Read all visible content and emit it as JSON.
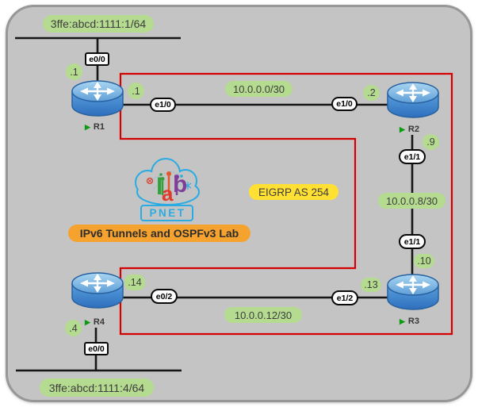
{
  "accents": {
    "canvas_bg": "#c4c4c4",
    "canvas_border": "#979797",
    "link_black": "#161616",
    "tunnel_red": "#d40000",
    "label_green": "#b5db90",
    "eigrp_yellow": "#ffe033",
    "banner_orange": "#f6a22e",
    "router_blue": "#3f80c6",
    "logo_blue": "#2aabe2",
    "status_green": "#0d9c10"
  },
  "banner": {
    "text": "IPv6 Tunnels and OSPFv3 Lab"
  },
  "eigrp": {
    "text": "EIGRP AS 254"
  },
  "logo": {
    "brand": "PNET",
    "letters": [
      "l",
      "a",
      "b"
    ]
  },
  "routers": {
    "r1": {
      "name": "R1"
    },
    "r2": {
      "name": "R2"
    },
    "r3": {
      "name": "R3"
    },
    "r4": {
      "name": "R4"
    }
  },
  "lan_top": {
    "subnet": "3ffe:abcd:1111:1/64",
    "iface": "e0/0",
    "ip": ".1"
  },
  "lan_bottom": {
    "subnet": "3ffe:abcd:1111:4/64",
    "iface": "e0/0",
    "ip": ".4"
  },
  "links": {
    "r1_r2": {
      "subnet": "10.0.0.0/30",
      "r1_iface": "e1/0",
      "r1_ip": ".1",
      "r2_iface": "e1/0",
      "r2_ip": ".2"
    },
    "r2_r3": {
      "subnet": "10.0.0.8/30",
      "r2_iface": "e1/1",
      "r2_ip": ".9",
      "r3_iface": "e1/1",
      "r3_ip": ".10"
    },
    "r4_r3": {
      "subnet": "10.0.0.12/30",
      "r4_iface": "e0/2",
      "r4_ip": ".14",
      "r3_iface": "e1/2",
      "r3_ip": ".13"
    }
  }
}
